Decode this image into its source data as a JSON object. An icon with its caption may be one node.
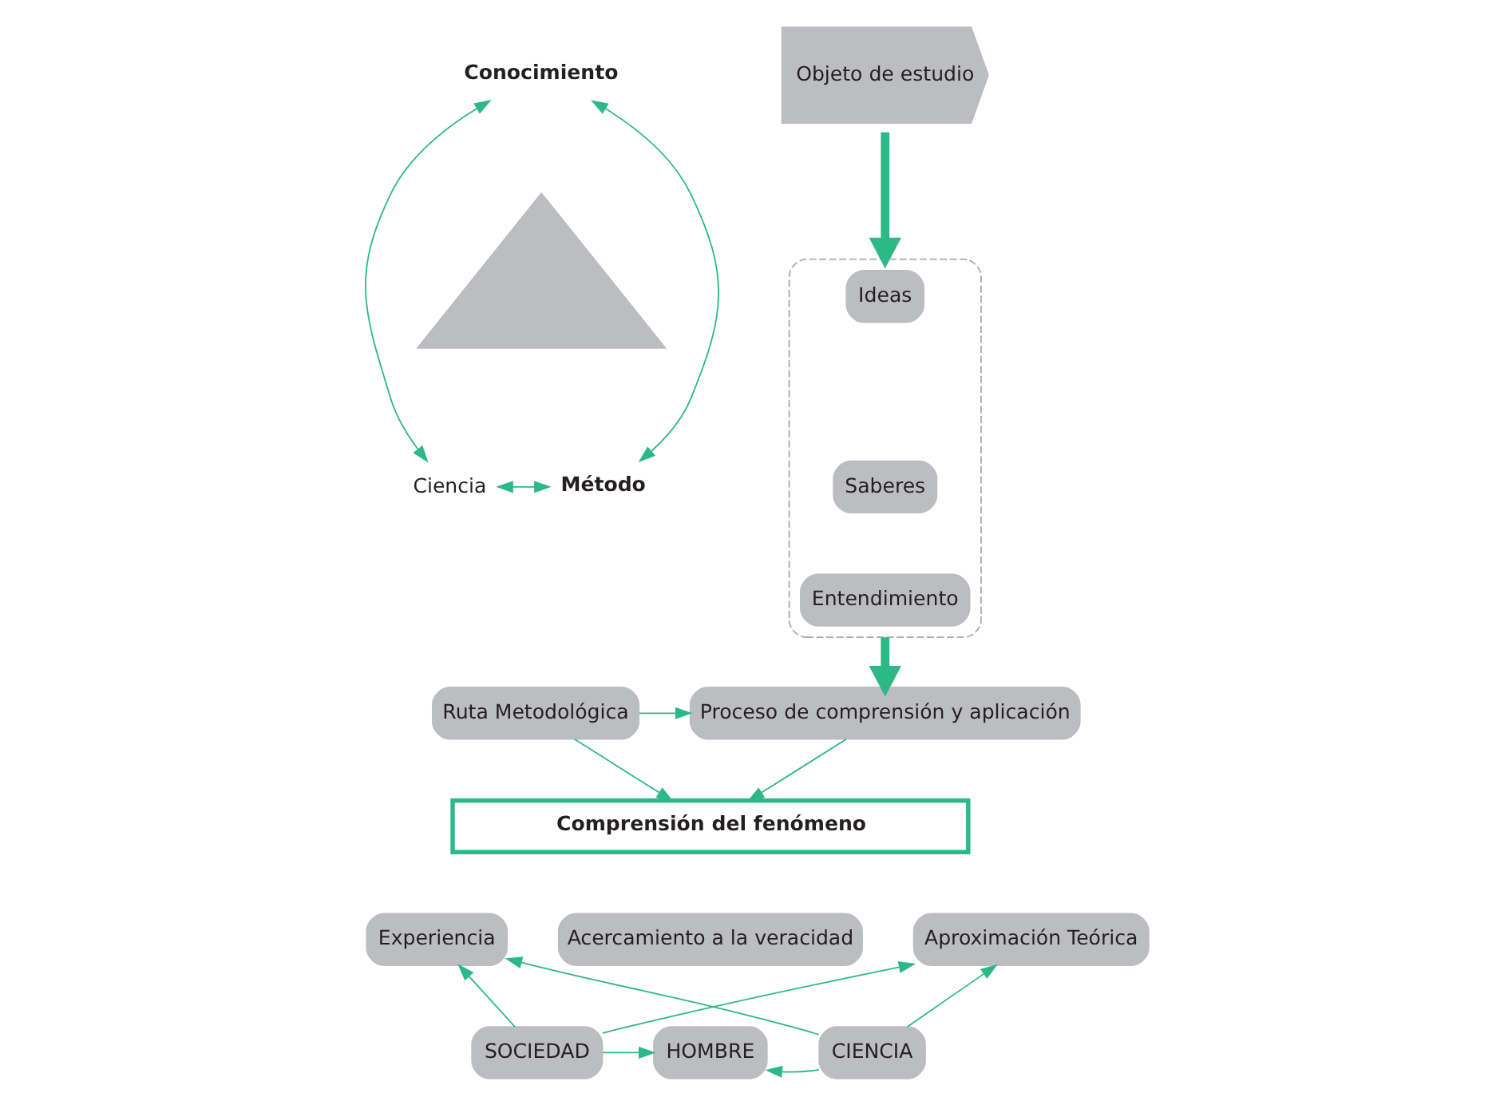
{
  "diagram": {
    "nodes": [
      {
        "text": [
          "Conocimiento"
        ]
      },
      {
        "text": [],
        "shape": "triangle"
      },
      {
        "text": [
          "Ciencia"
        ]
      },
      {
        "text": [
          "Método"
        ]
      },
      {
        "text": [
          "Objeto de estudio"
        ]
      },
      {
        "text": [],
        "shape": "box"
      },
      {
        "text": [
          "Ideas"
        ],
        "in": 5
      },
      {
        "text": [
          "Saberes"
        ],
        "in": 5
      },
      {
        "text": [
          "Entendimiento"
        ],
        "in": 5
      },
      {
        "text": [
          "Ruta Metodológica"
        ]
      },
      {
        "text": [
          "Proceso de comprensión y aplicación"
        ]
      },
      {
        "text": [
          "Comprensión del fenómeno"
        ]
      },
      {
        "text": [
          "Experiencia"
        ]
      },
      {
        "text": [
          "Acercamiento a la veracidad"
        ]
      },
      {
        "text": [
          "Aproximación Teórica"
        ]
      },
      {
        "text": [
          "SOCIEDAD"
        ]
      },
      {
        "text": [
          "HOMBRE"
        ]
      },
      {
        "text": [
          "CIENCIA"
        ]
      }
    ],
    "edges": [
      {
        "from": 0,
        "to": 2,
        "arrow": "both"
      },
      {
        "from": 0,
        "to": 3,
        "arrow": "both"
      },
      {
        "from": 2,
        "to": 3,
        "arrow": "both"
      },
      {
        "from": 4,
        "to": 5,
        "arrow": "to",
        "style": "thick"
      },
      {
        "from": 5,
        "to": 10,
        "arrow": "to",
        "style": "thick"
      },
      {
        "from": 9,
        "to": 10,
        "arrow": "to"
      },
      {
        "from": 9,
        "to": 11,
        "arrow": "to"
      },
      {
        "from": 10,
        "to": 11,
        "arrow": "to"
      },
      {
        "from": 15,
        "to": 12,
        "arrow": "to"
      },
      {
        "from": 15,
        "to": 14,
        "arrow": "to"
      },
      {
        "from": 15,
        "to": 16,
        "arrow": "to"
      },
      {
        "from": 17,
        "to": 12,
        "arrow": "to"
      },
      {
        "from": 17,
        "to": 14,
        "arrow": "to"
      },
      {
        "from": 17,
        "to": 16,
        "arrow": "to"
      }
    ]
  }
}
